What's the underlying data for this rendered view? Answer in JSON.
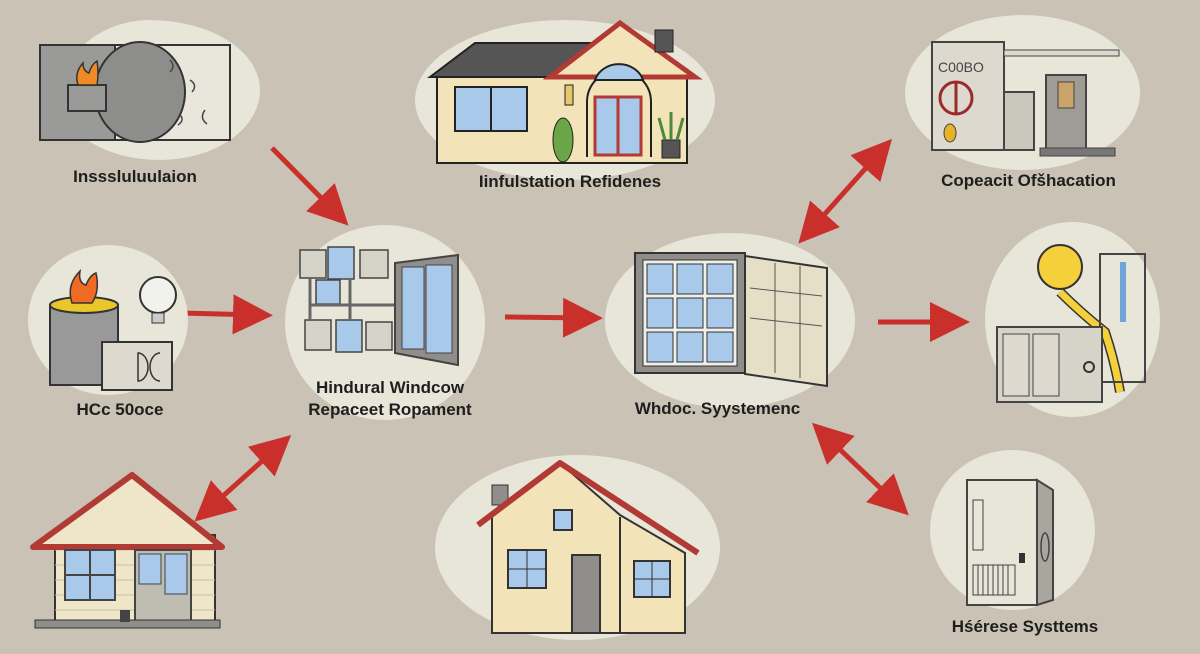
{
  "diagram": {
    "background_color": "#c9c2b5",
    "blob_color": "#e8e5d9",
    "arrow_color": "#c9302c",
    "nodes": [
      {
        "id": "insulation",
        "label": "Insssluluulaion",
        "icon": "insulation-materials-icon"
      },
      {
        "id": "house-top",
        "label": "Iinfulstation Refidenes",
        "icon": "house-with-arched-door-icon"
      },
      {
        "id": "generator",
        "label": "Copeacit Ofšhacation",
        "icon": "generator-shed-icon",
        "panel_text": "C00BO"
      },
      {
        "id": "hvac-source",
        "label": "HCc 50oce",
        "icon": "furnace-bulb-icon"
      },
      {
        "id": "window-replacement",
        "label_line1": "Hindural Windcow",
        "label_line2": "Repaceet Ropament",
        "icon": "window-panels-icon"
      },
      {
        "id": "window-system",
        "label": "Whdoc. Syystemenc",
        "icon": "open-window-icon"
      },
      {
        "id": "heating-unit",
        "label": "",
        "icon": "bulb-cabinet-icon"
      },
      {
        "id": "cottage",
        "label": "",
        "icon": "cottage-house-icon"
      },
      {
        "id": "house-bottom",
        "label": "",
        "icon": "simple-house-icon"
      },
      {
        "id": "heater-systems",
        "label": "Hśérese Systtems",
        "icon": "heater-cabinet-icon"
      }
    ],
    "arrows": [
      {
        "from": "insulation",
        "to": "window-replacement",
        "direction": "one-way"
      },
      {
        "from": "hvac-source",
        "to": "window-replacement",
        "direction": "one-way"
      },
      {
        "from": "window-replacement",
        "to": "window-system",
        "direction": "one-way"
      },
      {
        "from": "cottage",
        "to": "window-replacement",
        "direction": "two-way"
      },
      {
        "from": "window-system",
        "to": "generator",
        "direction": "two-way"
      },
      {
        "from": "window-system",
        "to": "heating-unit",
        "direction": "one-way"
      },
      {
        "from": "window-system",
        "to": "heater-systems",
        "direction": "two-way"
      }
    ]
  }
}
